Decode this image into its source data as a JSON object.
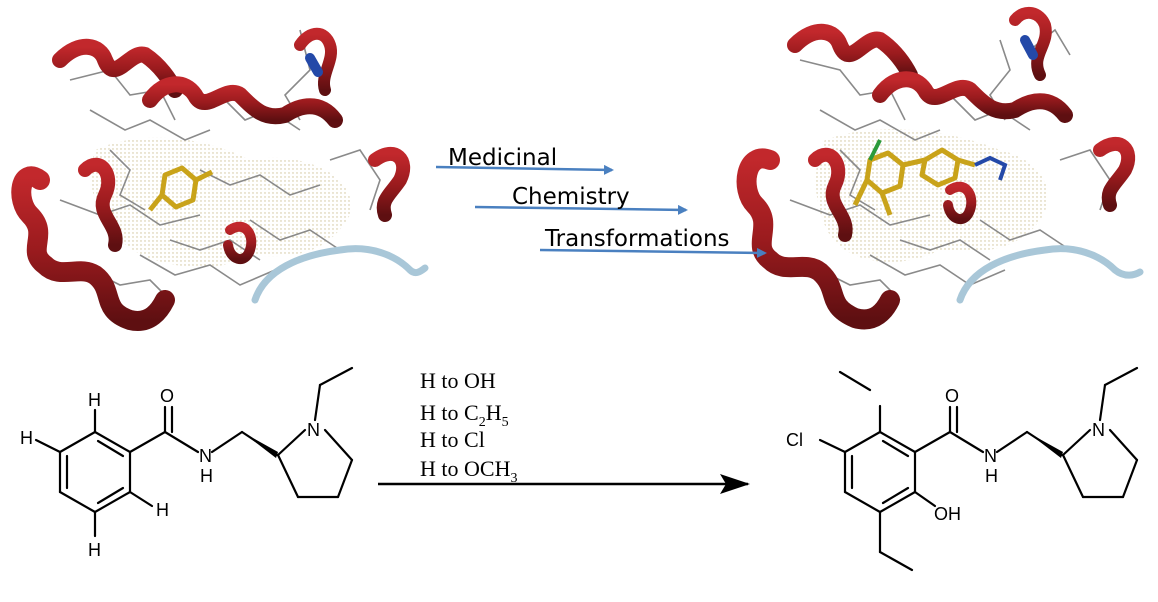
{
  "top_arrow_labels": [
    "Medicinal",
    "Chemistry",
    "Transformations"
  ],
  "reaction_conditions": [
    {
      "from": "H",
      "word": "to",
      "to": "OH"
    },
    {
      "from": "H",
      "word": "to",
      "to_main": "C",
      "sub1": "2",
      "mid": "H",
      "sub2": "5"
    },
    {
      "from": "H",
      "word": "to",
      "to": "Cl"
    },
    {
      "from": "H",
      "word": "to",
      "to_main": "OCH",
      "sub1": "3"
    }
  ],
  "left_molecule_atoms": {
    "h1": "H",
    "h2": "H",
    "h3": "H",
    "h4": "H",
    "o": "O",
    "nh_n": "N",
    "nh_h": "H",
    "n_ring": "N"
  },
  "right_molecule_atoms": {
    "cl": "Cl",
    "o": "O",
    "nh_n": "N",
    "nh_h": "H",
    "n_ring": "N",
    "oh": "OH"
  },
  "colors": {
    "helix": "#9b1b1e",
    "helix_dark": "#6e1214",
    "coil": "#a9c7d8",
    "ligand": "#c9a31a",
    "surface": "#c9b98a",
    "arrow_blue": "#4a80c0",
    "bond": "#000000",
    "stick": "#8a8a8a"
  }
}
